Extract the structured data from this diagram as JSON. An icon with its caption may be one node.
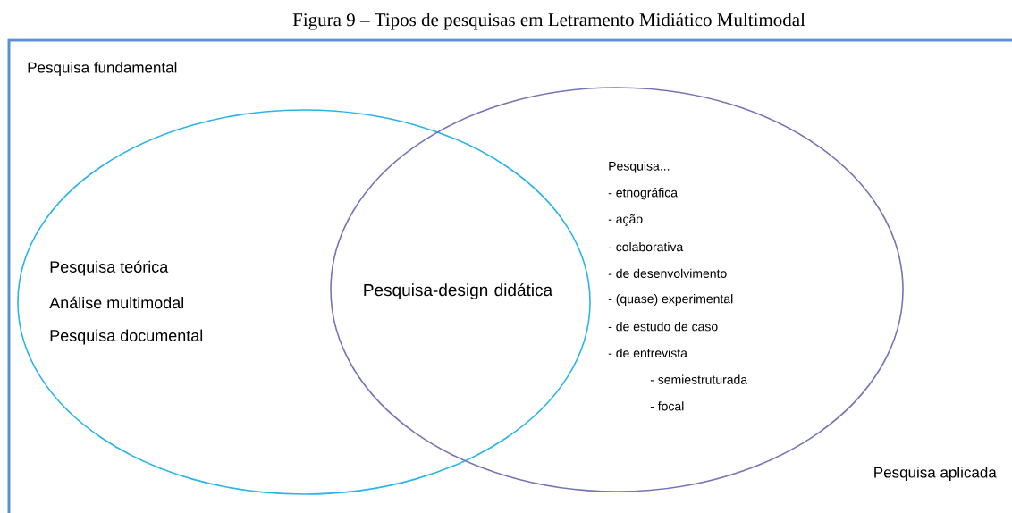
{
  "diagram": {
    "title": "Figura 9 – Tipos de pesquisas em Letramento Midiático Multimodal",
    "nodes": [
      {
        "text": [
          "Pesquisa fundamental",
          "Pesquisa teórica",
          "Análise multimodal",
          "Pesquisa documental"
        ]
      },
      {
        "text": [
          "Pesquisa aplicada",
          "Pesquisa...",
          "- etnográfica",
          "- ação",
          "- colaborativa",
          "- de desenvolvimento",
          "- (quase) experimental",
          "- de estudo de caso",
          "- de entrevista",
          "- semiestruturada",
          "- focal"
        ]
      }
    ],
    "labels": [
      "Pesquisa-design didática"
    ]
  }
}
